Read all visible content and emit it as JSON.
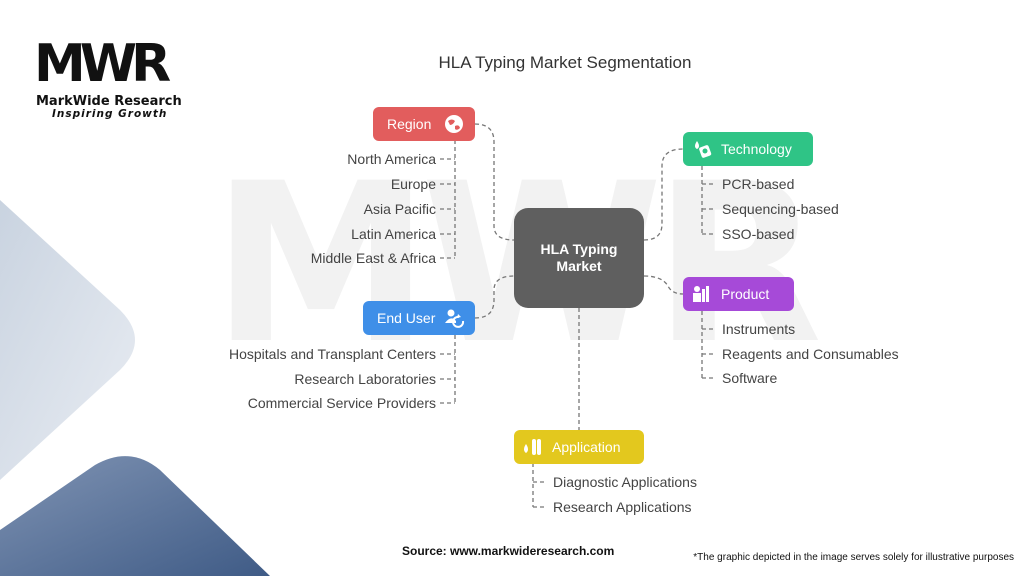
{
  "brand": {
    "logo": "MWR",
    "name": "MarkWide Research",
    "tagline": "Inspiring Growth"
  },
  "title": "HLA Typing Market Segmentation",
  "center": "HLA Typing Market",
  "categories": {
    "region": {
      "label": "Region",
      "icon": "globe-icon",
      "color": "#e25d5d",
      "items": [
        "North America",
        "Europe",
        "Asia Pacific",
        "Latin America",
        "Middle East & Africa"
      ]
    },
    "end_user": {
      "label": "End User",
      "icon": "users-refresh-icon",
      "color": "#3f8fe8",
      "items": [
        "Hospitals and Transplant Centers",
        "Research Laboratories",
        "Commercial Service Providers"
      ]
    },
    "technology": {
      "label": "Technology",
      "icon": "dna-drop-icon",
      "color": "#2fc486",
      "items": [
        "PCR-based",
        "Sequencing-based",
        "SSO-based"
      ]
    },
    "product": {
      "label": "Product",
      "icon": "kit-icon",
      "color": "#a64ad8",
      "items": [
        "Instruments",
        "Reagents and Consumables",
        "Software"
      ]
    },
    "application": {
      "label": "Application",
      "icon": "test-tube-icon",
      "color": "#e3c81e",
      "items": [
        "Diagnostic Applications",
        "Research Applications"
      ]
    }
  },
  "footer": {
    "source": "Source: www.markwideresearch.com",
    "note": "*The graphic depicted in the image serves solely for illustrative purposes"
  }
}
